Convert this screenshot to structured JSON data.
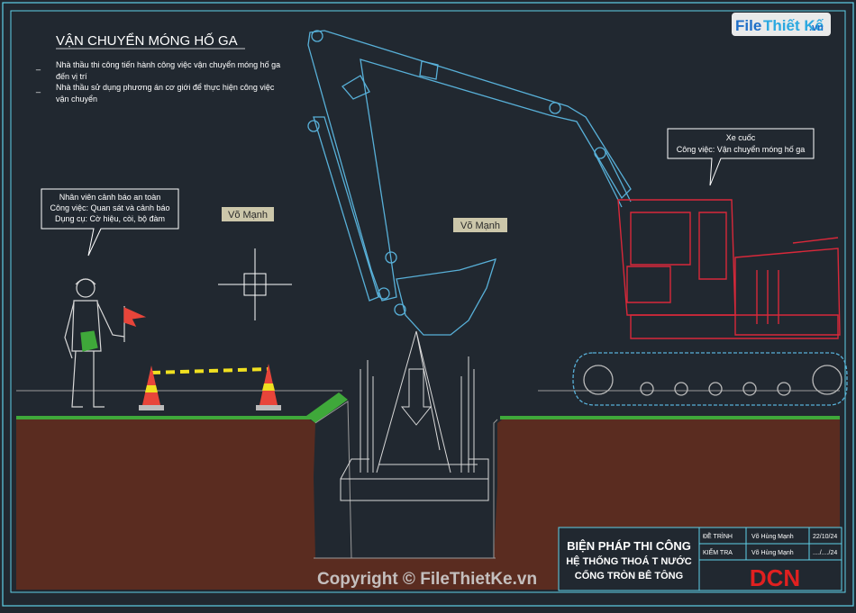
{
  "colors": {
    "background": "#212830",
    "frame": "#5fd0e8",
    "excavator_arm": "#58b0d8",
    "excavator_body": "#d8283a",
    "soil": "#5a2c20",
    "grass": "#3fa83a",
    "text": "#ffffff",
    "logo_red": "#e02020",
    "cone": "#e8453a",
    "barrier": "#f0e020"
  },
  "watermark_logo": {
    "prefix": "File",
    "middle": "Thiết Kế",
    "suffix": ".vn"
  },
  "title": {
    "heading": "VẬN CHUYỂN MÓNG HỐ GA",
    "bullets": [
      "Nhà thầu thi công tiến hành công việc vận chuyển móng hố ga",
      "đến vị trí",
      "Nhà thầu sử dụng phương án cơ giới để thực hiện công việc",
      "vận chuyển"
    ]
  },
  "callout_worker": {
    "line1": "Nhân viên cảnh báo an toàn",
    "line2": "Công việc: Quan sát và cảnh báo",
    "line3": "Dụng cụ: Cờ hiệu, còi, bộ đàm"
  },
  "callout_excavator": {
    "line1": "Xe cuốc",
    "line2": "Công việc: Vận chuyển móng hố ga"
  },
  "name_tags": [
    "Võ Mạnh",
    "Võ Mạnh"
  ],
  "title_block": {
    "title_line1": "BIỆN PHÁP THI CÔNG",
    "title_line2": "HỆ THỐNG THOÁ T NƯỚC",
    "title_line3": "CỐNG TRÒN BÊ TÔNG",
    "row1_label": "ĐỀ TRÌNH",
    "row1_name": "Võ Hùng Mạnh",
    "row1_date": "22/10/24",
    "row2_label": "KIỂM TRA",
    "row2_name": "Võ Hùng Mạnh",
    "row2_date": "..../..../24",
    "logo_text": "DCN"
  },
  "copyright": "Copyright © FileThietKe.vn"
}
